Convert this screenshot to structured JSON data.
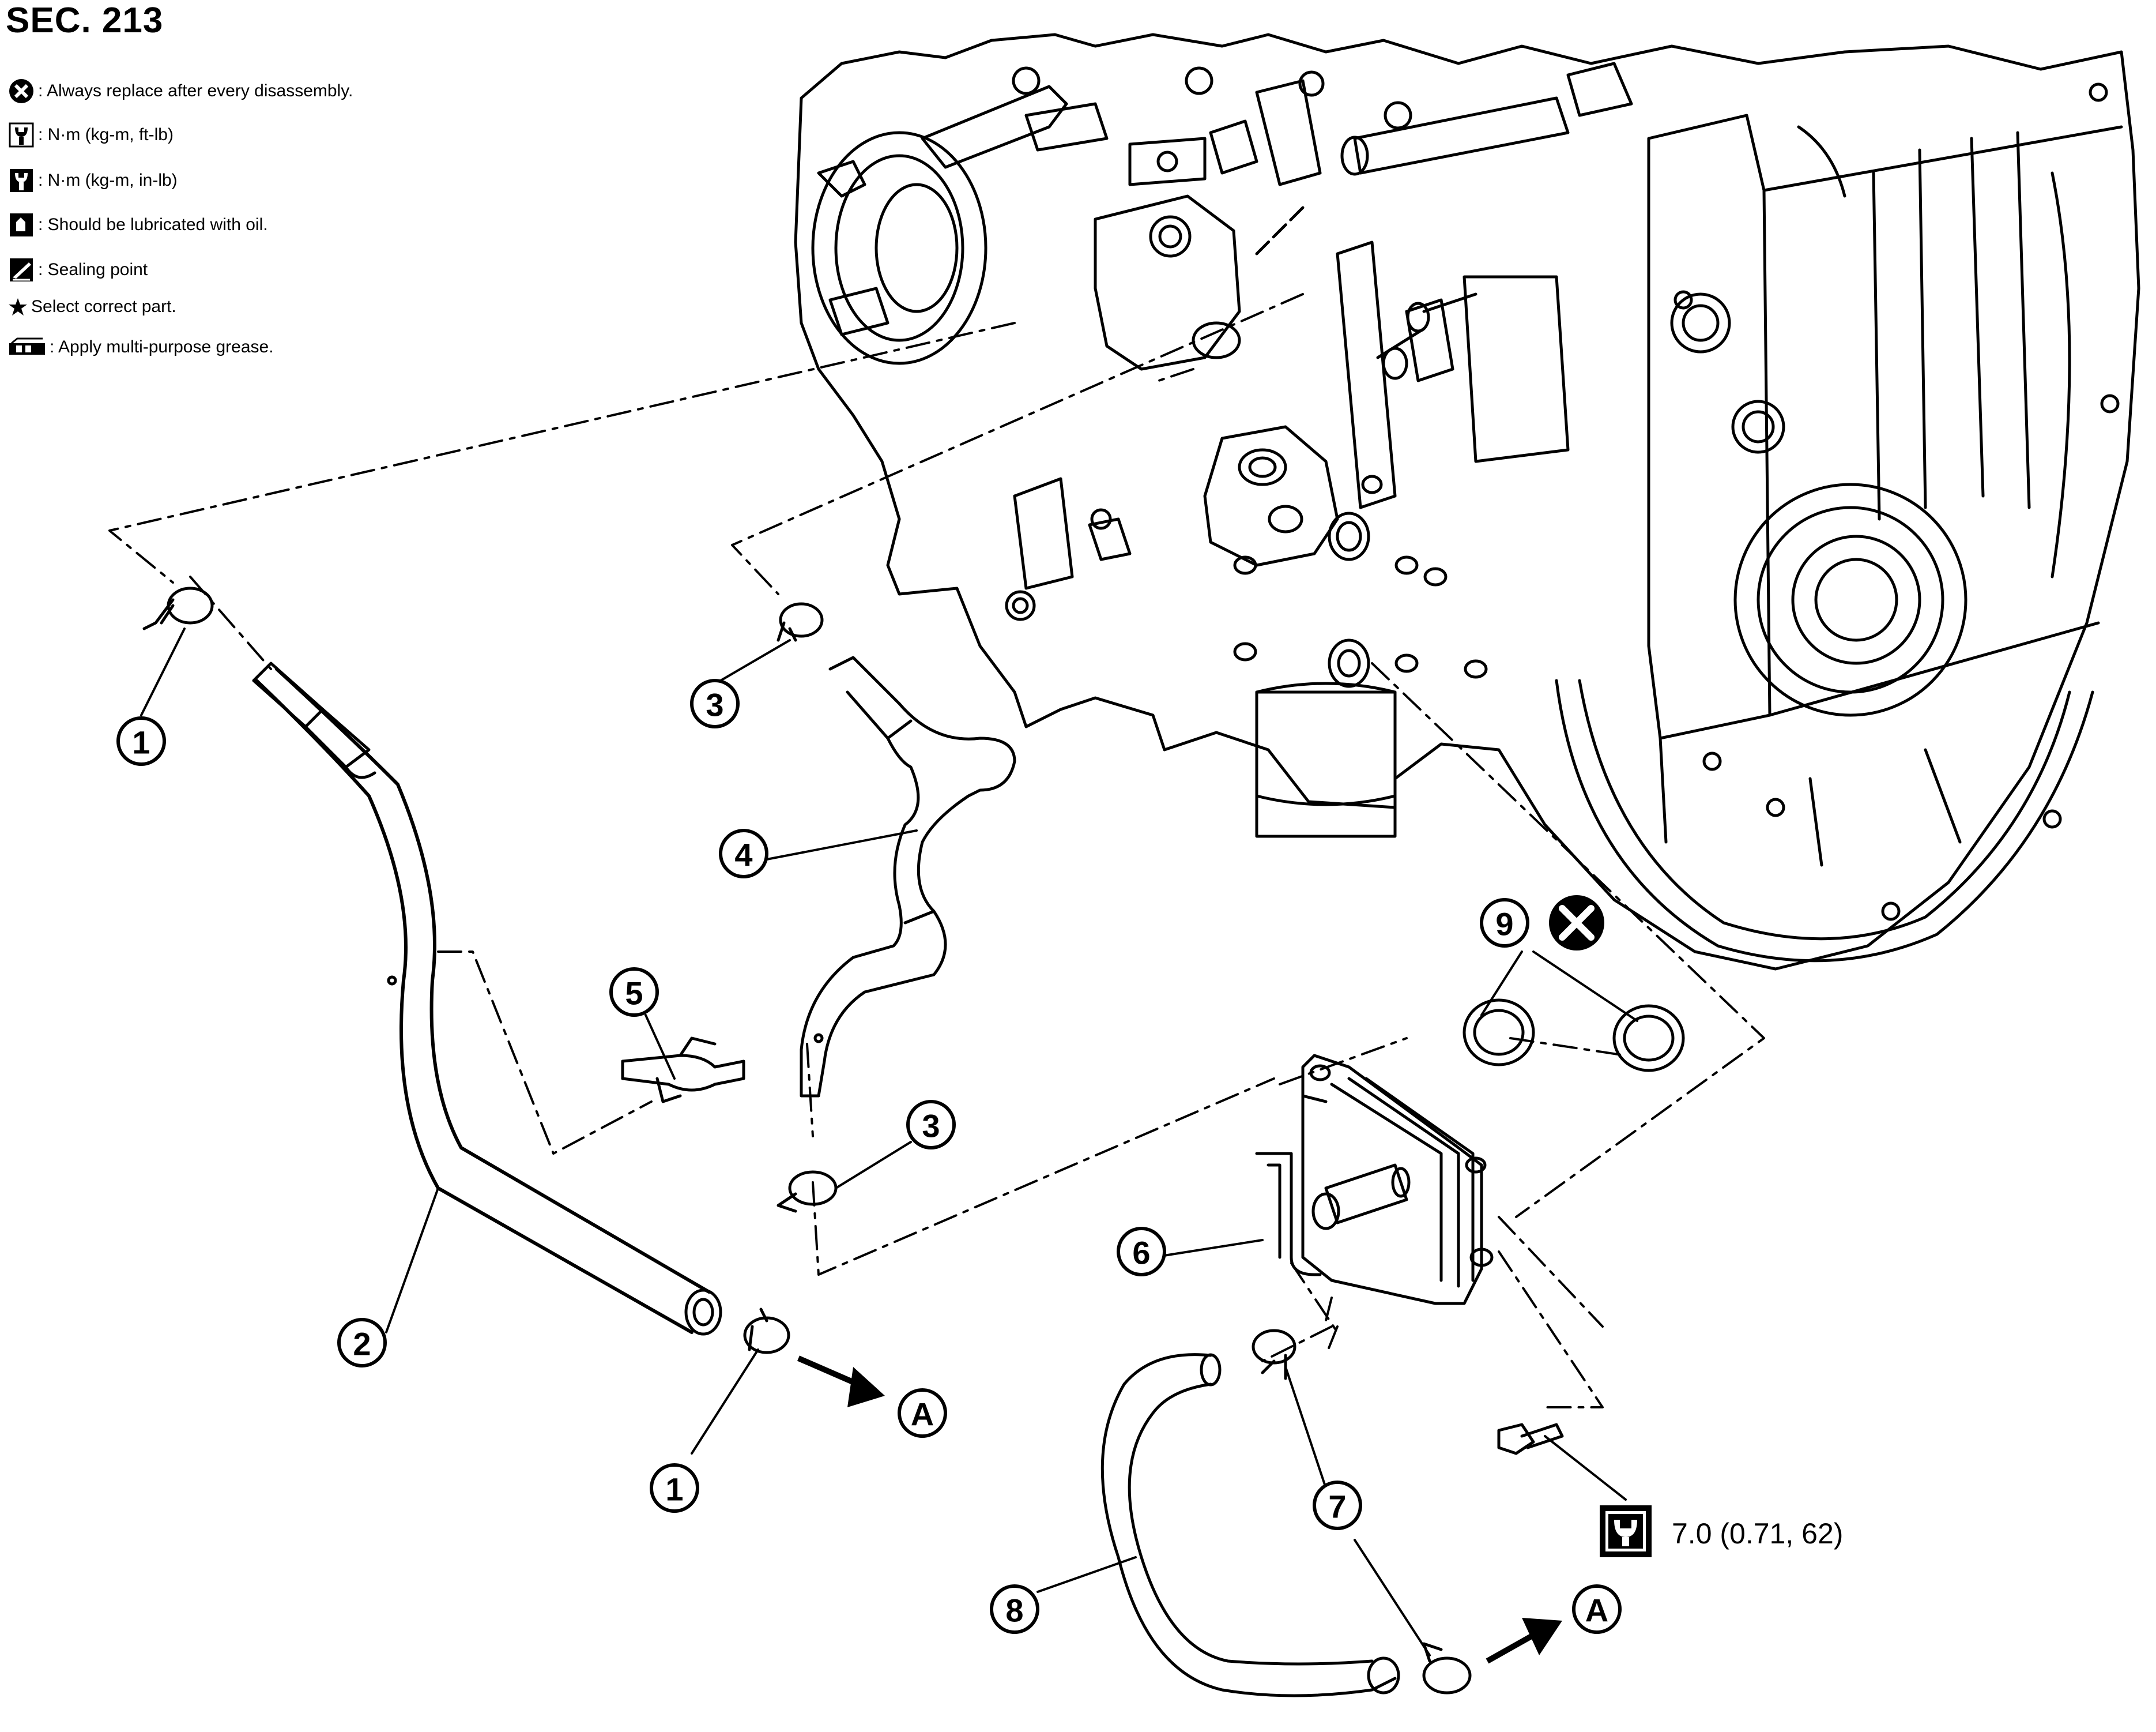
{
  "section_label": "SEC. 213",
  "legend": [
    {
      "icon": "replace-x-icon",
      "text": ": Always replace after every disassembly."
    },
    {
      "icon": "torque-wrench-ftlb-icon",
      "text": ": N·m (kg-m, ft-lb)"
    },
    {
      "icon": "torque-wrench-inlb-icon",
      "text": ": N·m (kg-m, in-lb)"
    },
    {
      "icon": "oil-can-icon",
      "text": ": Should be lubricated with oil."
    },
    {
      "icon": "sealant-icon",
      "text": ": Sealing point"
    },
    {
      "icon": "star-icon",
      "text": "Select correct part."
    },
    {
      "icon": "grease-icon",
      "text": ": Apply multi-purpose grease."
    }
  ],
  "callouts": {
    "c1a": "1",
    "c1b": "1",
    "c2": "2",
    "c3a": "3",
    "c3b": "3",
    "c4": "4",
    "c5": "5",
    "c6": "6",
    "c7": "7",
    "c8": "8",
    "c9": "9",
    "arrowA1": "A",
    "arrowA2": "A"
  },
  "torque_spec": "7.0 (0.71, 62)",
  "colors": {
    "line": "#000000",
    "background": "#ffffff"
  }
}
